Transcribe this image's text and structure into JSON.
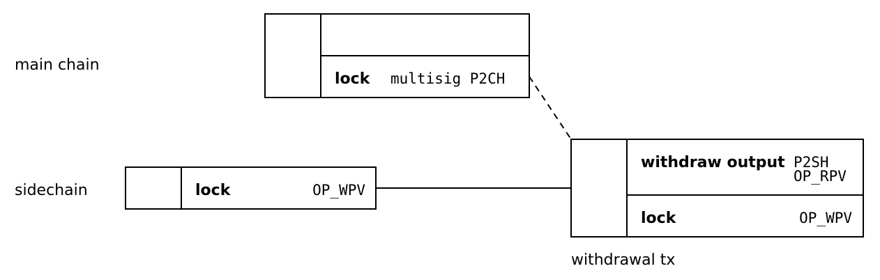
{
  "labels": {
    "main_chain": "main chain",
    "sidechain": "sidechain",
    "withdrawal_tx": "withdrawal tx"
  },
  "main_chain_tx": {
    "lock_label": "lock",
    "lock_value": "multisig P2CH"
  },
  "sidechain_tx": {
    "lock_label": "lock",
    "lock_value": "OP_WPV"
  },
  "withdrawal_tx": {
    "withdraw_label": "withdraw output",
    "withdraw_value_1": "P2SH",
    "withdraw_value_2": "OP_RPV",
    "lock_label": "lock",
    "lock_value": "OP_WPV"
  },
  "connectors": {
    "dashed": "main-chain lock output to withdrawal tx",
    "solid": "sidechain lock output to withdrawal tx"
  }
}
